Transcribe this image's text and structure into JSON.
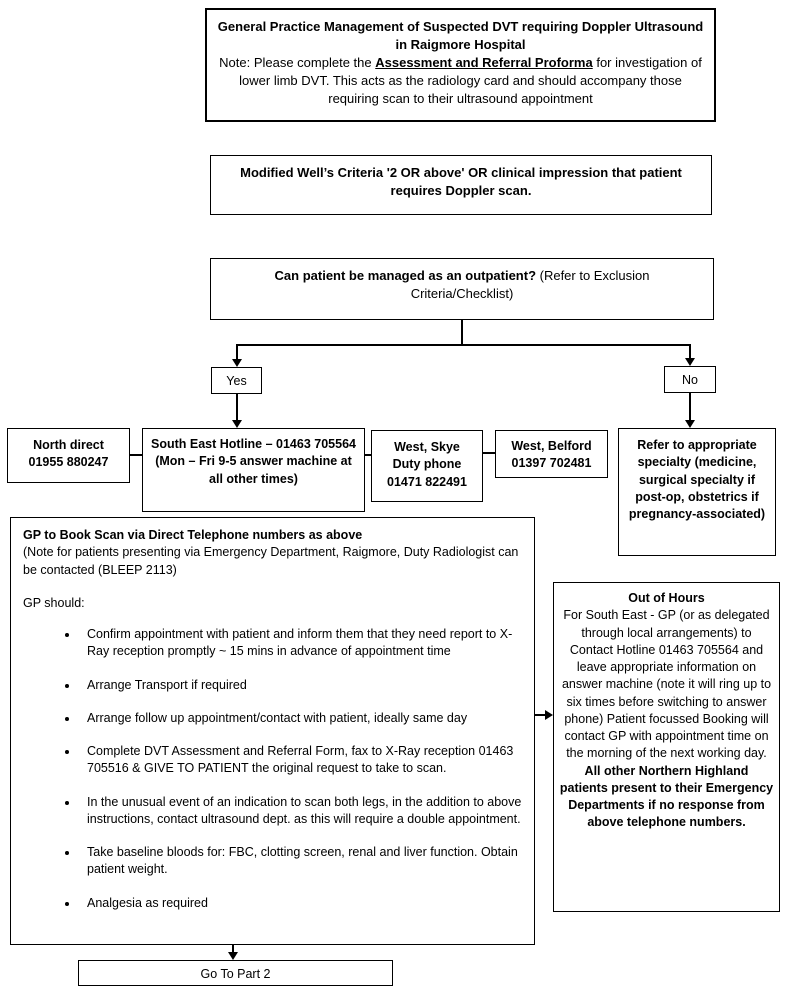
{
  "colors": {
    "text": "#000000",
    "border": "#000000",
    "background": "#ffffff"
  },
  "title_box": {
    "title": "General Practice Management of Suspected DVT requiring Doppler Ultrasound in Raigmore Hospital",
    "note_prefix": "Note: Please complete the ",
    "note_proforma": "Assessment and Referral Proforma",
    "note_suffix": " for investigation of lower limb DVT. This acts as the radiology card and should accompany those requiring scan to their ultrasound appointment"
  },
  "wells_box": {
    "text": "Modified Well’s Criteria '2 OR above' OR clinical impression that patient requires Doppler scan."
  },
  "outpatient_box": {
    "question": "Can patient be managed as an outpatient?",
    "detail": " (Refer to Exclusion Criteria/Checklist)"
  },
  "branch": {
    "yes_label": "Yes",
    "no_label": "No"
  },
  "phones": {
    "north": [
      "North direct",
      "01955 880247"
    ],
    "southeast": "South East Hotline – 01463 705564 (Mon – Fri 9-5 answer machine at all other times)",
    "skye": [
      "West, Skye",
      "Duty phone",
      "01471 822491"
    ],
    "belford": [
      "West, Belford",
      "01397 702481"
    ],
    "refer": "Refer to appropriate specialty (medicine, surgical specialty if post-op, obstetrics if pregnancy-associated)"
  },
  "gp_box": {
    "heading": "GP to Book Scan via Direct Telephone numbers as above",
    "note": "(Note for patients presenting via Emergency Department, Raigmore, Duty Radiologist can be contacted (BLEEP 2113)",
    "intro": "GP should:",
    "bullets": [
      "Confirm appointment with patient and inform them that they need report to X-Ray reception promptly ~ 15 mins in advance of appointment time",
      "Arrange Transport if required",
      "Arrange follow up appointment/contact with patient, ideally same day",
      "Complete DVT Assessment and Referral Form, fax to X-Ray reception 01463 705516 & GIVE TO PATIENT the original request to take to scan.",
      "In the unusual event of an indication to scan both legs, in the addition to above instructions, contact ultrasound dept. as this will require a double appointment.",
      "Take baseline bloods for: FBC, clotting screen, renal and liver function. Obtain patient weight.",
      "Analgesia as required"
    ]
  },
  "ooh_box": {
    "title": "Out of Hours",
    "body": "For South East - GP (or as delegated through local arrangements) to Contact Hotline 01463 705564 and leave appropriate information on answer machine (note it will ring up to six times before switching to answer phone) Patient focussed Booking will contact GP with appointment time on the morning of the next working day.",
    "emphasis": "All other Northern Highland patients present to their Emergency Departments if no response from above telephone numbers."
  },
  "part2_box": {
    "label": "Go To Part 2"
  }
}
